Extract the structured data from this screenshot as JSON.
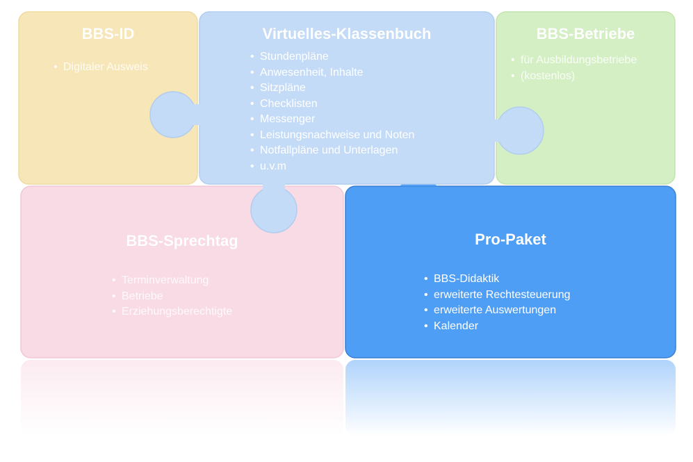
{
  "tiles": {
    "bbs_id": {
      "title": "BBS-ID",
      "items": [
        "Digitaler Ausweis"
      ],
      "color": "#f6e6b8"
    },
    "klassenbuch": {
      "title": "Virtuelles-Klassenbuch",
      "items": [
        "Stundenpläne",
        "Anwesenheit, Inhalte",
        "Sitzpläne",
        "Checklisten",
        "Messenger",
        "Leistungsnachweise und Noten",
        "Notfallpläne und Unterlagen",
        "u.v.m"
      ],
      "color": "#c4dbf7"
    },
    "betriebe": {
      "title": "BBS-Betriebe",
      "items": [
        "für Ausbildungsbetriebe",
        "(kostenlos)"
      ],
      "color": "#d5efc5"
    },
    "sprechtag": {
      "title": "BBS-Sprechtag",
      "items": [
        "Terminverwaltung",
        "Betriebe",
        "Erziehungsberechtigte"
      ],
      "color": "#f9dbe6"
    },
    "propaket": {
      "title": "Pro-Paket",
      "items": [
        "BBS-Didaktik",
        "erweiterte Rechtesteuerung",
        "erweiterte Auswertungen",
        "Kalender"
      ],
      "color": "#4f9ef6"
    }
  }
}
